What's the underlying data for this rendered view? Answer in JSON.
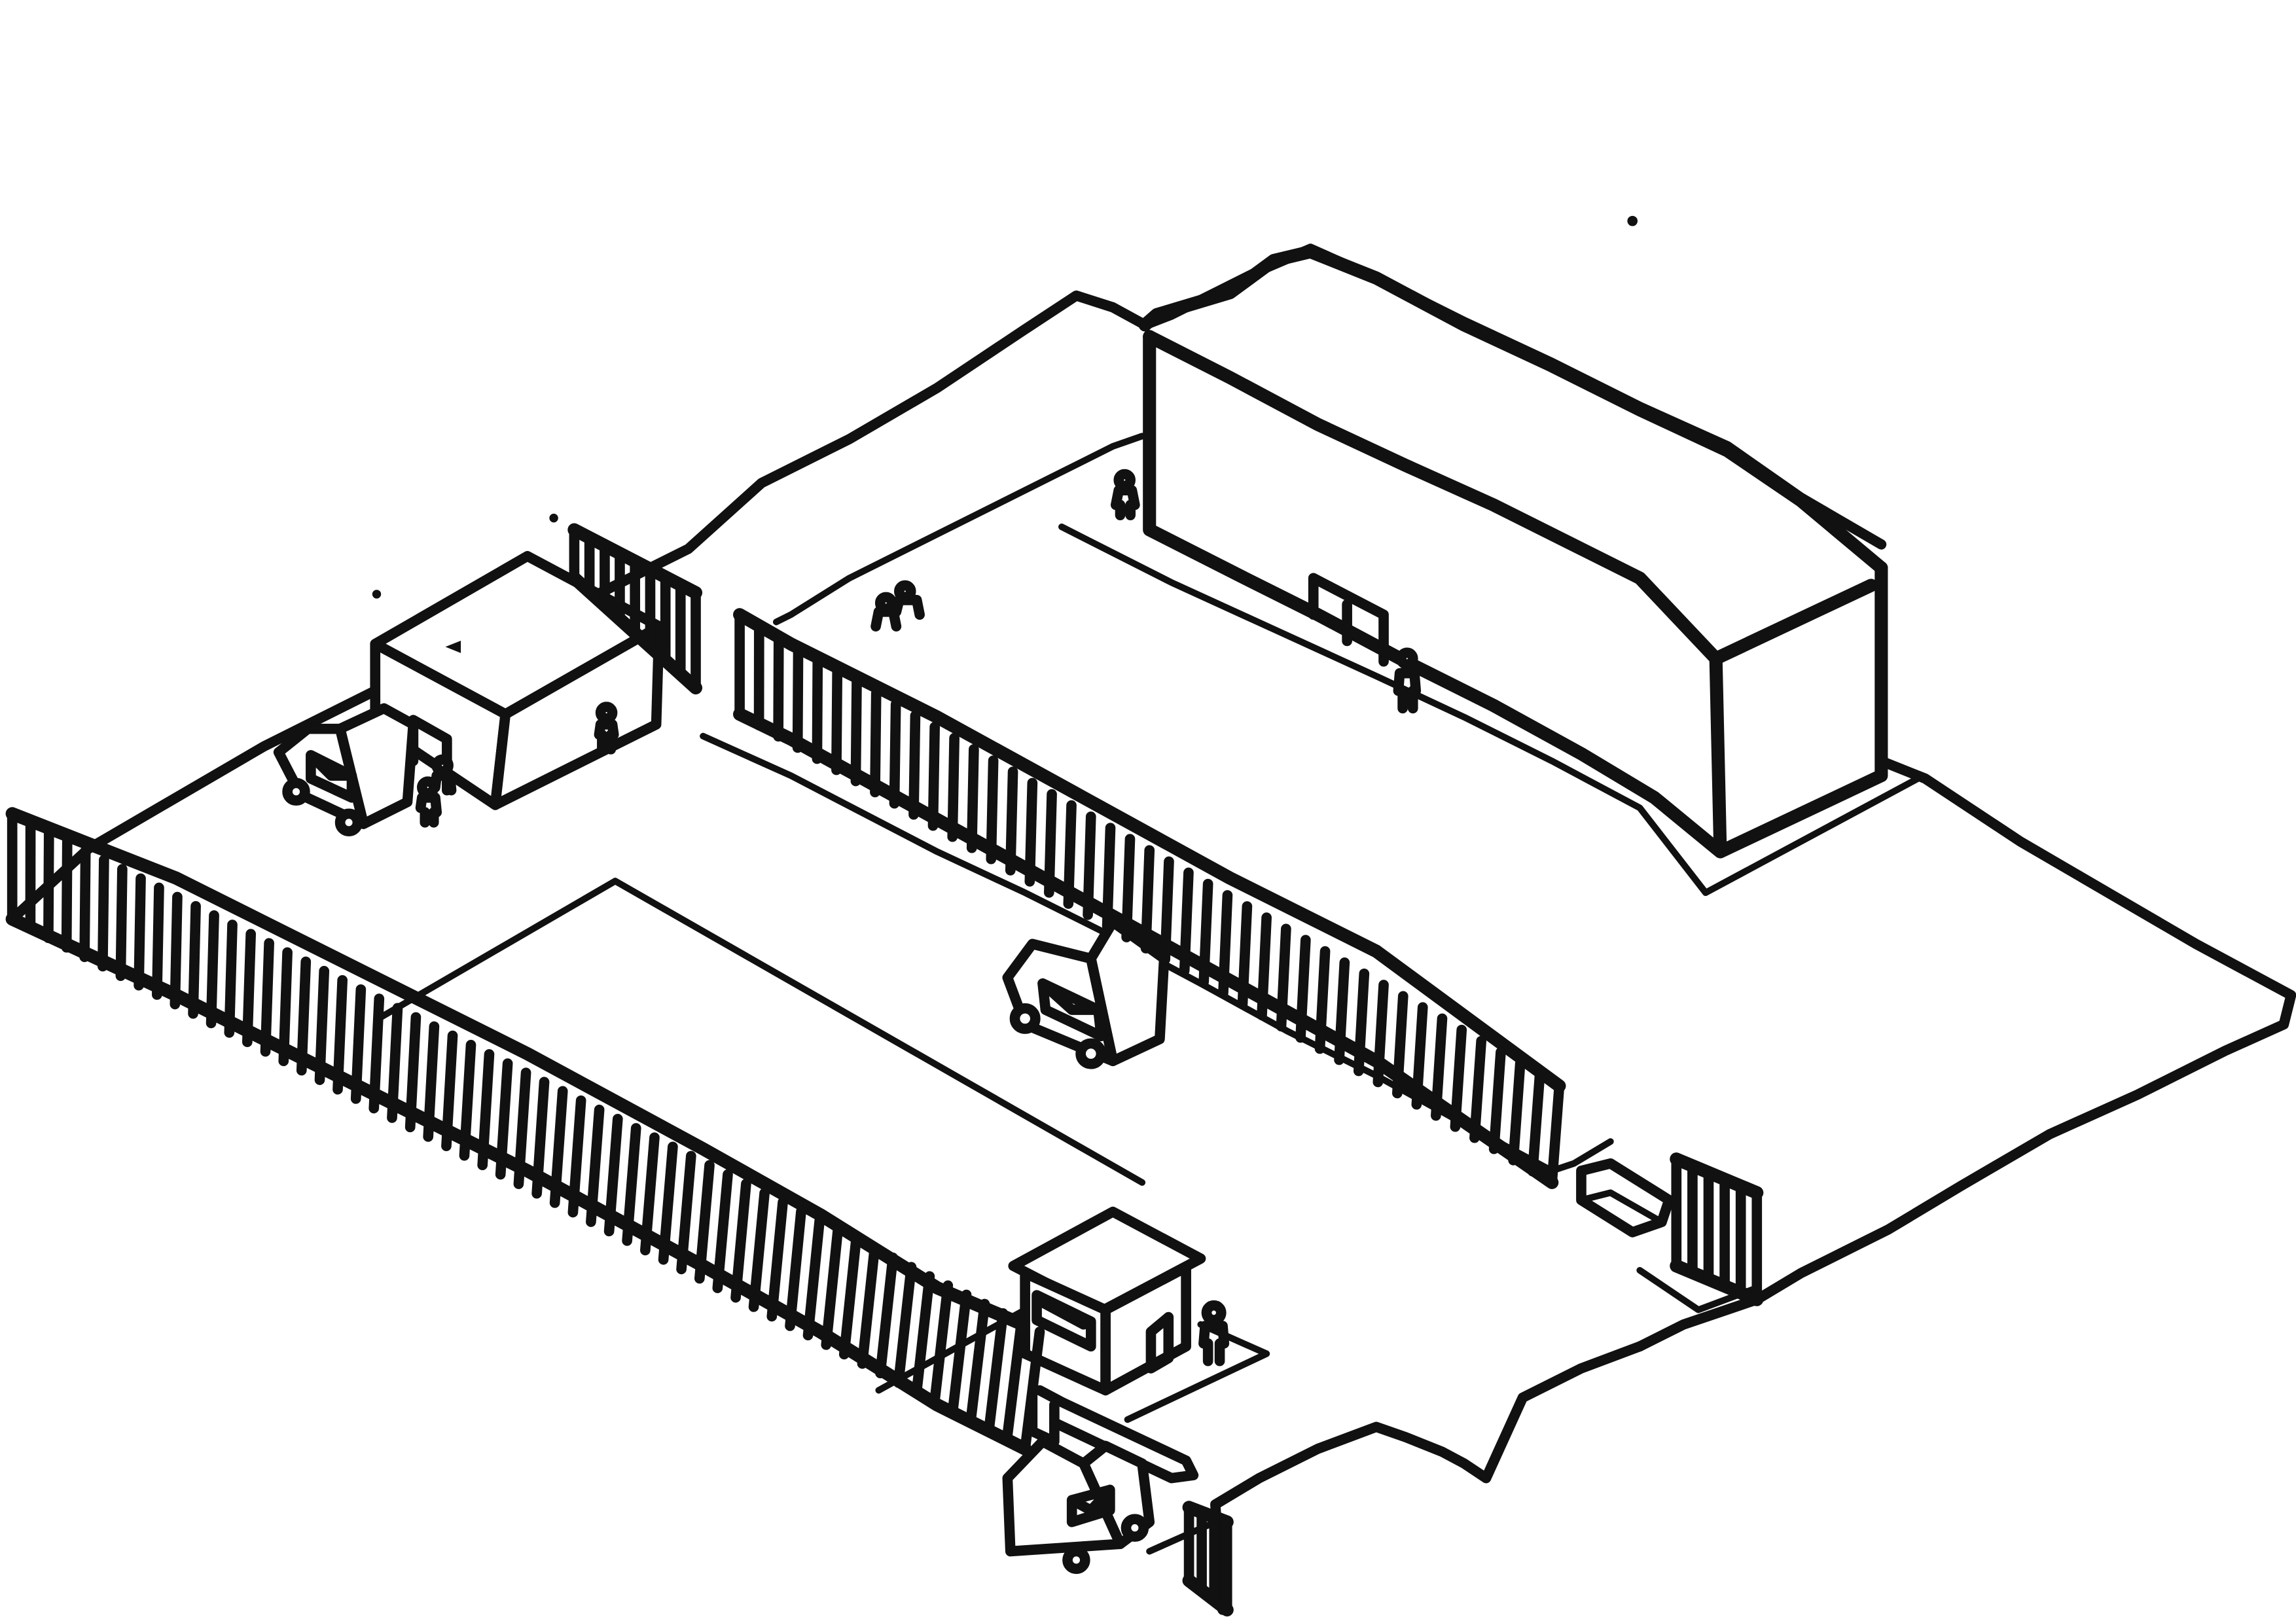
{
  "scene": {
    "kind": "isometric hand sketch of a fenced delivery depot",
    "ink_color": "#111111",
    "paper_color": "#ffffff",
    "elements": [
      {
        "id": "warehouse",
        "icon": "warehouse-icon"
      },
      {
        "id": "loading-shed",
        "icon": "shed-icon"
      },
      {
        "id": "guard-booth",
        "icon": "booth-icon"
      },
      {
        "id": "fence-west",
        "icon": "fence-icon"
      },
      {
        "id": "fence-center",
        "icon": "fence-icon"
      },
      {
        "id": "fence-east-gate",
        "icon": "fence-icon"
      },
      {
        "id": "entrance-gate",
        "icon": "gate-icon"
      },
      {
        "id": "barrier-arm",
        "icon": "barrier-icon"
      },
      {
        "id": "van-shed",
        "icon": "mail-van-icon"
      },
      {
        "id": "van-center",
        "icon": "mail-van-icon"
      },
      {
        "id": "van-entrance",
        "icon": "mail-van-icon"
      },
      {
        "id": "person-guard",
        "icon": "person-icon"
      },
      {
        "id": "person-warehouse",
        "icon": "person-icon"
      },
      {
        "id": "person-shed",
        "icon": "person-icon"
      }
    ]
  }
}
